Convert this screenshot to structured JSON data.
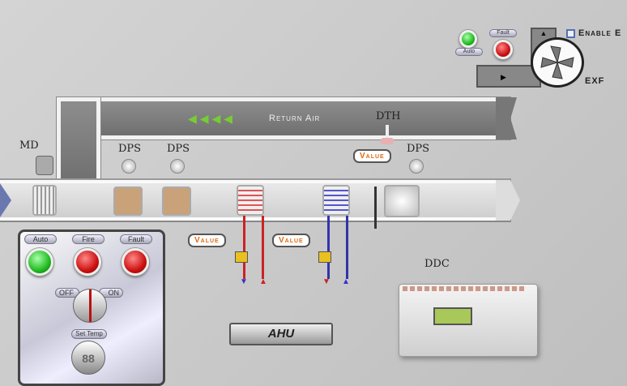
{
  "exhaust": {
    "fault_label": "Fault",
    "auto_label": "Auto",
    "enable_label": "Enable E",
    "fan_label": "EXF"
  },
  "return_air": {
    "label": "Return Air",
    "arrows": "◀◀◀◀"
  },
  "labels": {
    "md": "MD",
    "dps1": "DPS",
    "dps2": "DPS",
    "dps3": "DPS",
    "dth": "DTH",
    "ddc": "DDC"
  },
  "values": {
    "dth_value": "Value",
    "heat_valve": "Value",
    "cool_valve": "Value"
  },
  "panel": {
    "auto_label": "Auto",
    "fire_label": "Fire",
    "fault_label": "Fault",
    "off_label": "OFF",
    "on_label": "ON",
    "set_temp_label": "Set Temp",
    "set_temp_value": "88"
  },
  "ahu": {
    "label": "AHU"
  },
  "colors": {
    "hot": "#d22",
    "cold": "#2244cc",
    "accent": "#e06a10"
  }
}
